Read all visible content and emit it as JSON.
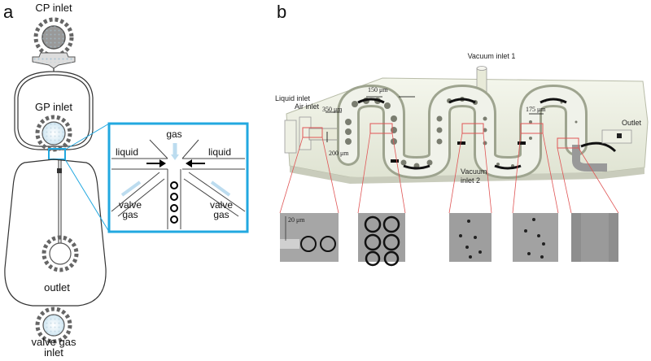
{
  "panel_a": {
    "letter": "a",
    "cp_inlet": "CP inlet",
    "gp_inlet": "GP inlet",
    "outlet": "outlet",
    "valve_gas_inlet_line1": "valve gas",
    "valve_gas_inlet_line2": "inlet",
    "inset": {
      "gas": "gas",
      "liquid_left": "liquid",
      "liquid_right": "liquid",
      "valve_gas_left_1": "valve",
      "valve_gas_left_2": "gas",
      "valve_gas_right_1": "valve",
      "valve_gas_right_2": "gas"
    },
    "colors": {
      "highlight": "#22a8e0"
    }
  },
  "panel_b": {
    "letter": "b",
    "vacuum_inlet_1": "Vacuum inlet 1",
    "vacuum_inlet_2_line1": "Vacuum",
    "vacuum_inlet_2_line2": "inlet 2",
    "liquid_inlet": "Liquid inlet",
    "air_inlet": "Air inlet",
    "outlet": "Outlet",
    "dim_150": "150 μm",
    "dim_350": "350 μm",
    "dim_200": "200 μm",
    "dim_175": "175 μm",
    "dim_20": "20 μm",
    "colors": {
      "zoom_lines": "#e05555"
    }
  }
}
